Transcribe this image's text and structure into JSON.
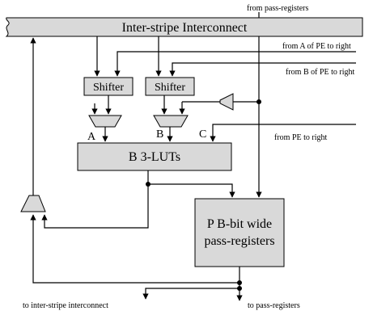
{
  "diagram": {
    "labels": {
      "top_input": "from pass-registers",
      "interconnect": "Inter-stripe Interconnect",
      "from_a": "from A of PE to right",
      "from_b": "from B of PE to right",
      "shifter_1": "Shifter",
      "shifter_2": "Shifter",
      "port_a": "A",
      "port_b": "B",
      "port_c": "C",
      "from_pe": "from PE to right",
      "luts": "B 3-LUTs",
      "pass_regs_line1": "P B-bit wide",
      "pass_regs_line2": "pass-registers",
      "out_interconnect": "to inter-stripe interconnect",
      "out_pass": "to pass-registers"
    },
    "colors": {
      "block_fill": "#d9d9d9",
      "stroke": "#000000",
      "background": "#ffffff"
    }
  }
}
